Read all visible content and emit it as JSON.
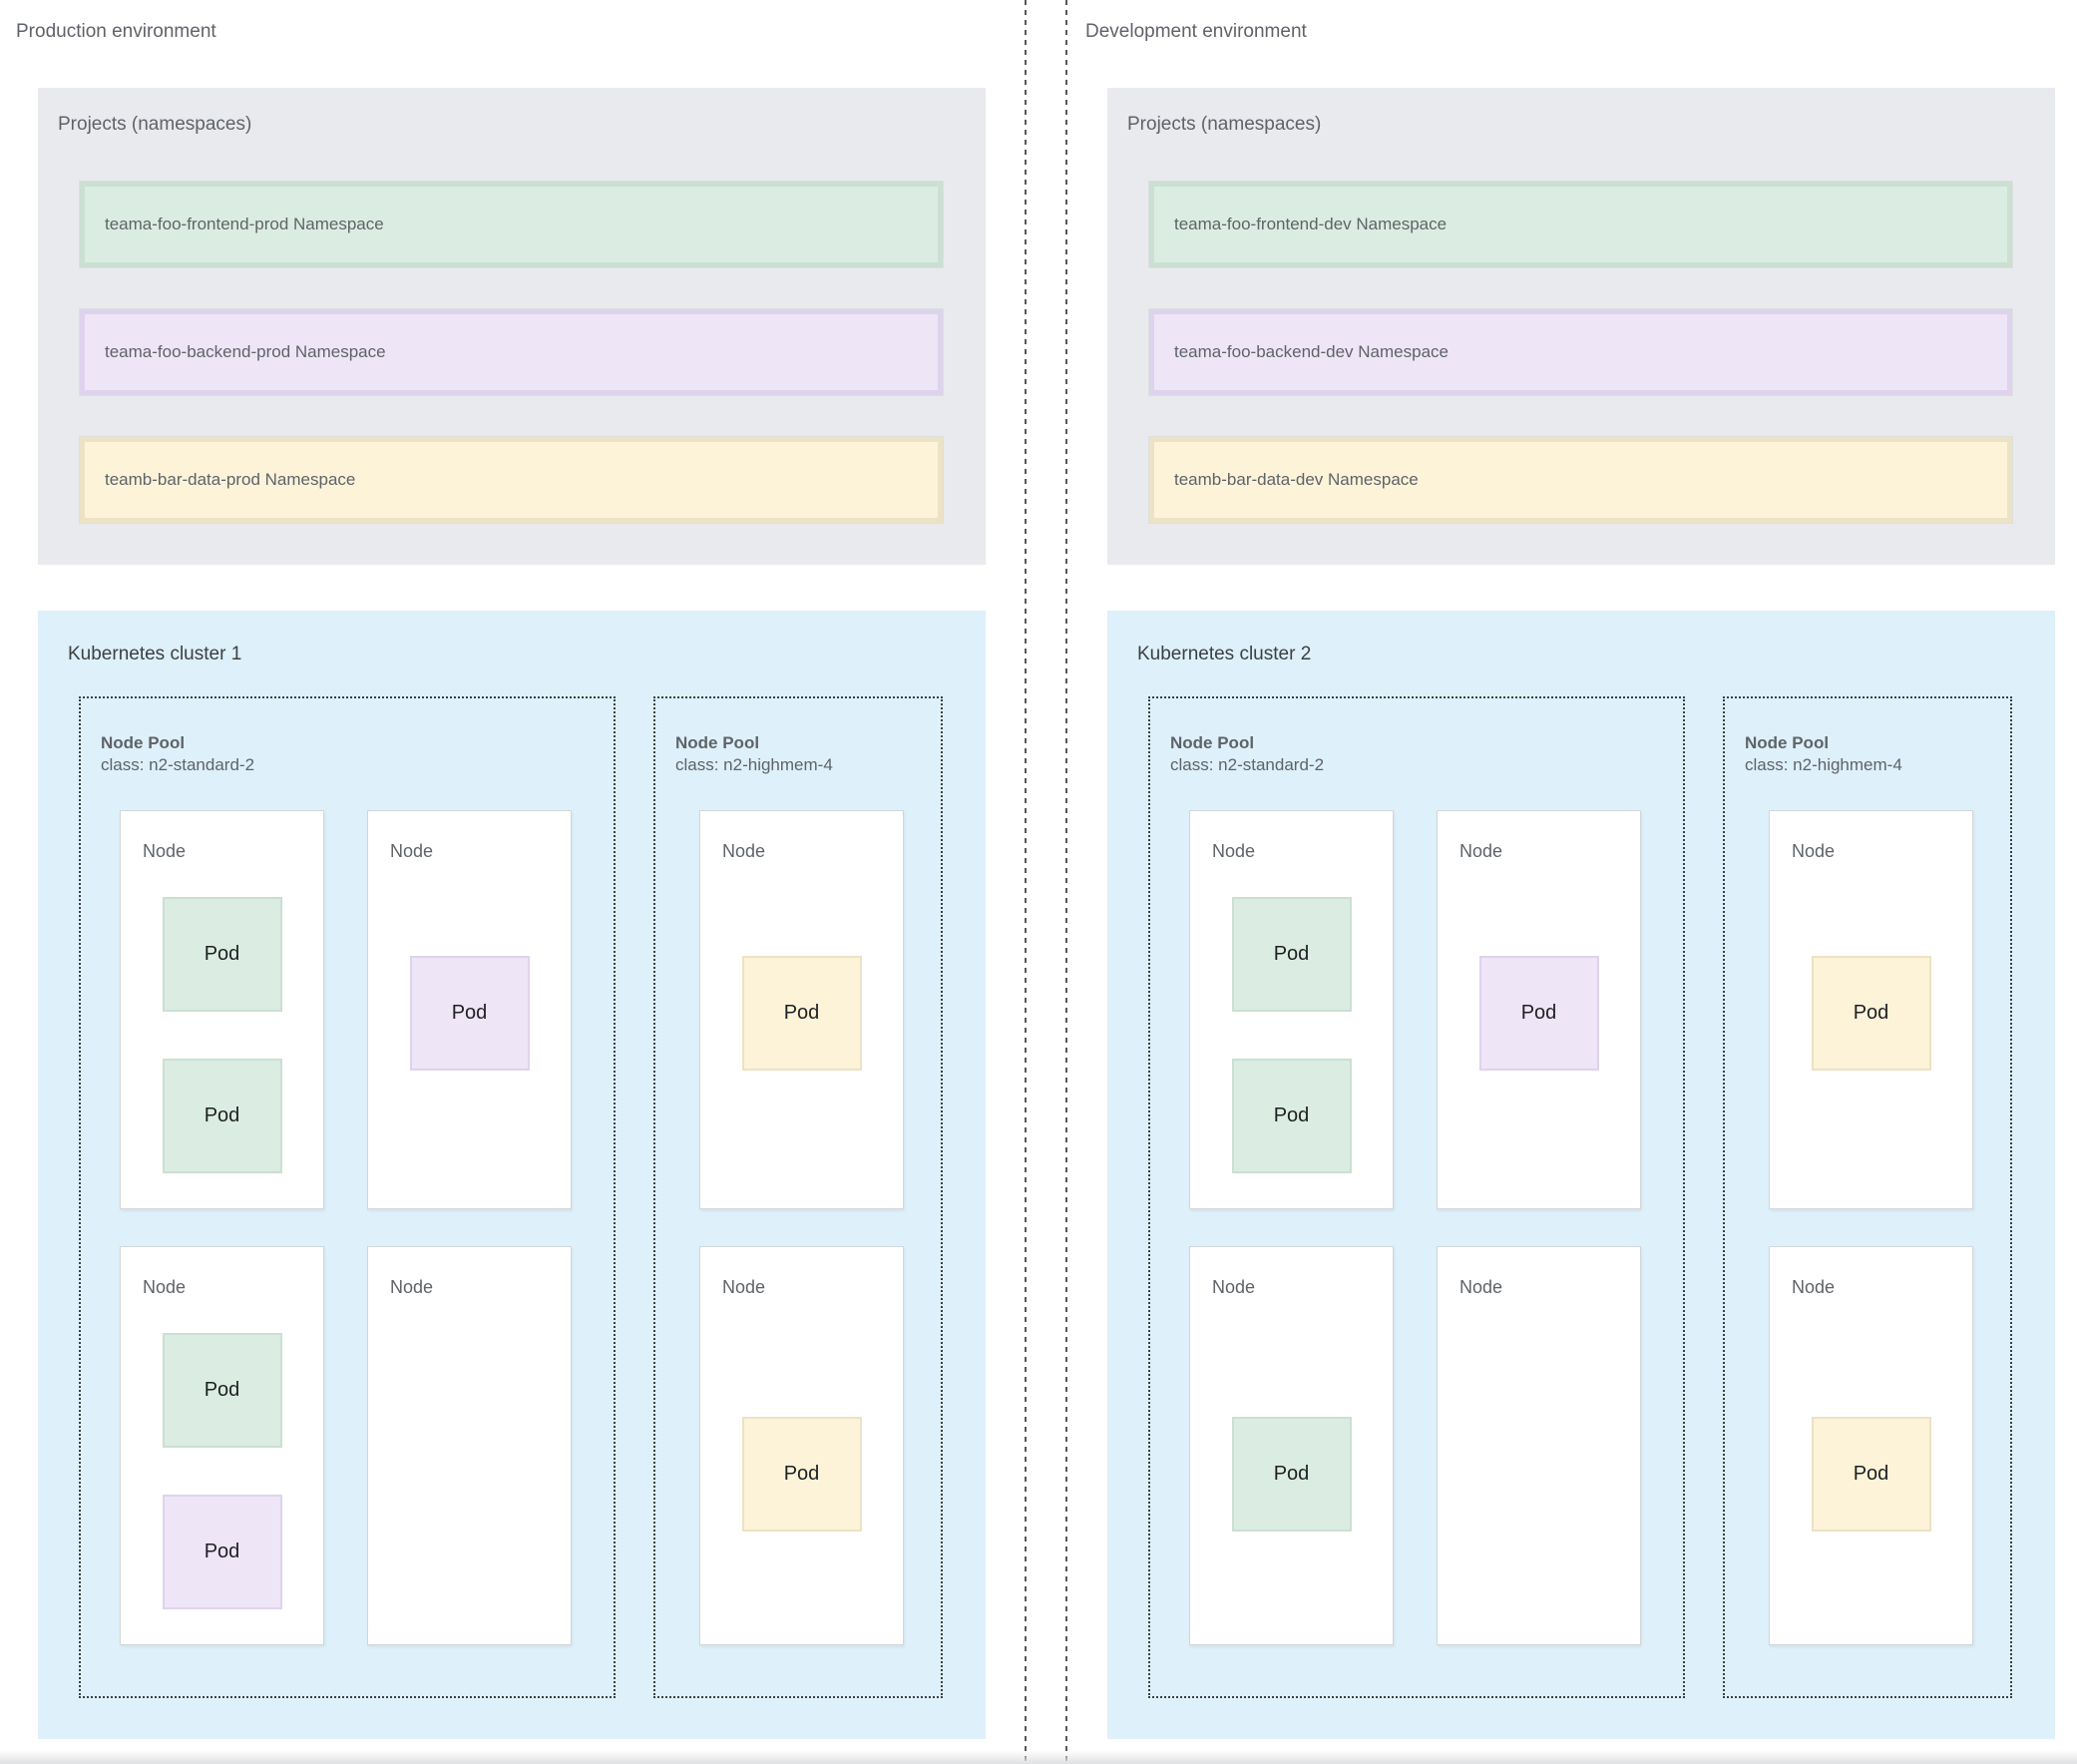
{
  "palette": {
    "namespace_green": "#dbede2",
    "namespace_purple": "#eee5f7",
    "namespace_yellow": "#fcf3d9",
    "projects_box_bg": "#e8eaed",
    "cluster_box_bg": "#def0fa",
    "label_gray": "#5f6368"
  },
  "environments": [
    {
      "title": "Production environment",
      "projects": {
        "title": "Projects (namespaces)",
        "namespaces": [
          {
            "label": "teama-foo-frontend-prod Namespace",
            "color": "green"
          },
          {
            "label": "teama-foo-backend-prod Namespace",
            "color": "purple"
          },
          {
            "label": "teamb-bar-data-prod Namespace",
            "color": "yellow"
          }
        ]
      },
      "cluster": {
        "title": "Kubernetes cluster 1",
        "node_pools": [
          {
            "name": "Node Pool",
            "class_label": "class: n2-standard-2",
            "nodes": [
              {
                "label": "Node",
                "pods": [
                  {
                    "label": "Pod",
                    "color": "green"
                  },
                  {
                    "label": "Pod",
                    "color": "green"
                  }
                ]
              },
              {
                "label": "Node",
                "pods": [
                  {
                    "label": "Pod",
                    "color": "purple"
                  }
                ]
              },
              {
                "label": "Node",
                "pods": [
                  {
                    "label": "Pod",
                    "color": "green"
                  },
                  {
                    "label": "Pod",
                    "color": "purple"
                  }
                ]
              },
              {
                "label": "Node",
                "pods": []
              }
            ]
          },
          {
            "name": "Node Pool",
            "class_label": "class: n2-highmem-4",
            "nodes": [
              {
                "label": "Node",
                "pods": [
                  {
                    "label": "Pod",
                    "color": "yellow"
                  }
                ]
              },
              {
                "label": "Node",
                "pods": [
                  {
                    "label": "Pod",
                    "color": "yellow"
                  }
                ]
              }
            ]
          }
        ]
      }
    },
    {
      "title": "Development environment",
      "projects": {
        "title": "Projects (namespaces)",
        "namespaces": [
          {
            "label": "teama-foo-frontend-dev Namespace",
            "color": "green"
          },
          {
            "label": "teama-foo-backend-dev Namespace",
            "color": "purple"
          },
          {
            "label": "teamb-bar-data-dev Namespace",
            "color": "yellow"
          }
        ]
      },
      "cluster": {
        "title": "Kubernetes cluster 2",
        "node_pools": [
          {
            "name": "Node Pool",
            "class_label": "class: n2-standard-2",
            "nodes": [
              {
                "label": "Node",
                "pods": [
                  {
                    "label": "Pod",
                    "color": "green"
                  },
                  {
                    "label": "Pod",
                    "color": "green"
                  }
                ]
              },
              {
                "label": "Node",
                "pods": [
                  {
                    "label": "Pod",
                    "color": "purple"
                  }
                ]
              },
              {
                "label": "Node",
                "pods": [
                  {
                    "label": "Pod",
                    "color": "green"
                  }
                ]
              },
              {
                "label": "Node",
                "pods": []
              }
            ]
          },
          {
            "name": "Node Pool",
            "class_label": "class: n2-highmem-4",
            "nodes": [
              {
                "label": "Node",
                "pods": [
                  {
                    "label": "Pod",
                    "color": "yellow"
                  }
                ]
              },
              {
                "label": "Node",
                "pods": [
                  {
                    "label": "Pod",
                    "color": "yellow"
                  }
                ]
              }
            ]
          }
        ]
      }
    }
  ]
}
